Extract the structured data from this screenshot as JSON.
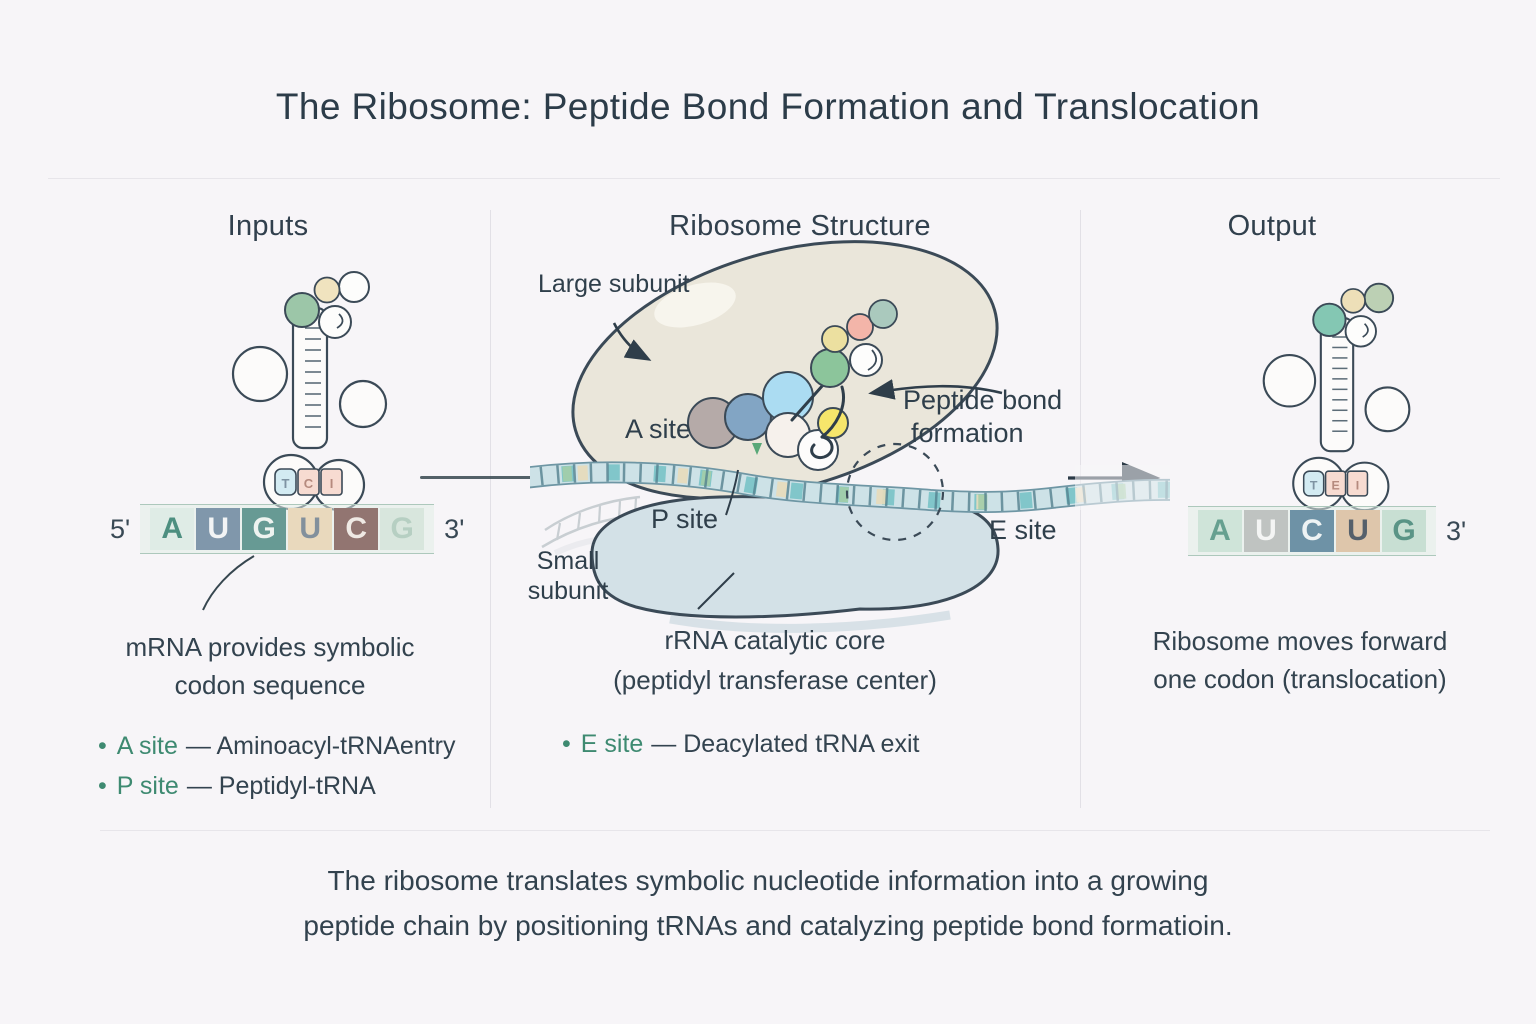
{
  "title": "The Ribosome: Peptide Bond Formation and Translocation",
  "misc": {
    "bullet": "•"
  },
  "inputs": {
    "header": "Inputs",
    "mrna": {
      "five_prime": "5'",
      "three_prime": "3'",
      "boxes": [
        {
          "letter": "A",
          "bg": "#dfece6",
          "fg": "#4d8f80"
        },
        {
          "letter": "U",
          "bg": "#8097ab",
          "fg": "#f2f4f5"
        },
        {
          "letter": "G",
          "bg": "#679a94",
          "fg": "#eef3f0"
        },
        {
          "letter": "U",
          "bg": "#e9d9bd",
          "fg": "#82909c"
        },
        {
          "letter": "C",
          "bg": "#927571",
          "fg": "#efe9e4"
        },
        {
          "letter": "G",
          "bg": "#d8e6dd",
          "fg": "#b6cfc2"
        }
      ]
    },
    "trna_anticodon": [
      "T",
      "C",
      "I"
    ],
    "caption_line1": "mRNA provides symbolic",
    "caption_line2": "codon sequence",
    "bullets": [
      {
        "term": "A site",
        "rest": "— Aminoacyl-tRNAentry"
      },
      {
        "term": "P site",
        "rest": "— Peptidyl-tRNA"
      }
    ]
  },
  "structure": {
    "header": "Ribosome Structure",
    "labels": {
      "large_subunit": "Large subunit",
      "a_site": "A site",
      "p_site": "P site",
      "e_site": "E site",
      "small_subunit_line1": "Small",
      "small_subunit_line2": "subunit",
      "peptide_bond_line1": "Peptide bond",
      "peptide_bond_line2": "formation"
    },
    "caption_line1": "rRNA catalytic core",
    "caption_line2": "(peptidyl transferase center)",
    "bullets": [
      {
        "term": "E site",
        "rest": "— Deacylated tRNA exit"
      }
    ]
  },
  "output": {
    "header": "Output",
    "mrna": {
      "three_prime": "3'",
      "boxes": [
        {
          "letter": "A",
          "bg": "#cfe4d9",
          "fg": "#66a090"
        },
        {
          "letter": "U",
          "bg": "#bfc3c1",
          "fg": "#f4f5f4"
        },
        {
          "letter": "C",
          "bg": "#6e92a6",
          "fg": "#eef3f4"
        },
        {
          "letter": "U",
          "bg": "#dec6ab",
          "fg": "#55606b"
        },
        {
          "letter": "G",
          "bg": "#c8dfd3",
          "fg": "#5a9486"
        }
      ]
    },
    "trna_anticodon": [
      "T",
      "E",
      "I"
    ],
    "caption_line1": "Ribosome moves forward",
    "caption_line2": "one codon (translocation)"
  },
  "footer": {
    "line1": "The ribosome translates symbolic nucleotide information into a growing",
    "line2": "peptide chain by positioning tRNAs and catalyzing peptide bond formatioin."
  },
  "palette": {
    "text": "#2f3f4b",
    "accent_green": "#3e8a71",
    "outline": "#3b4a57",
    "large_subunit_fill": "#eae6da",
    "small_subunit_fill": "#d3e1e7",
    "mrna_band": "#cde2e7"
  }
}
